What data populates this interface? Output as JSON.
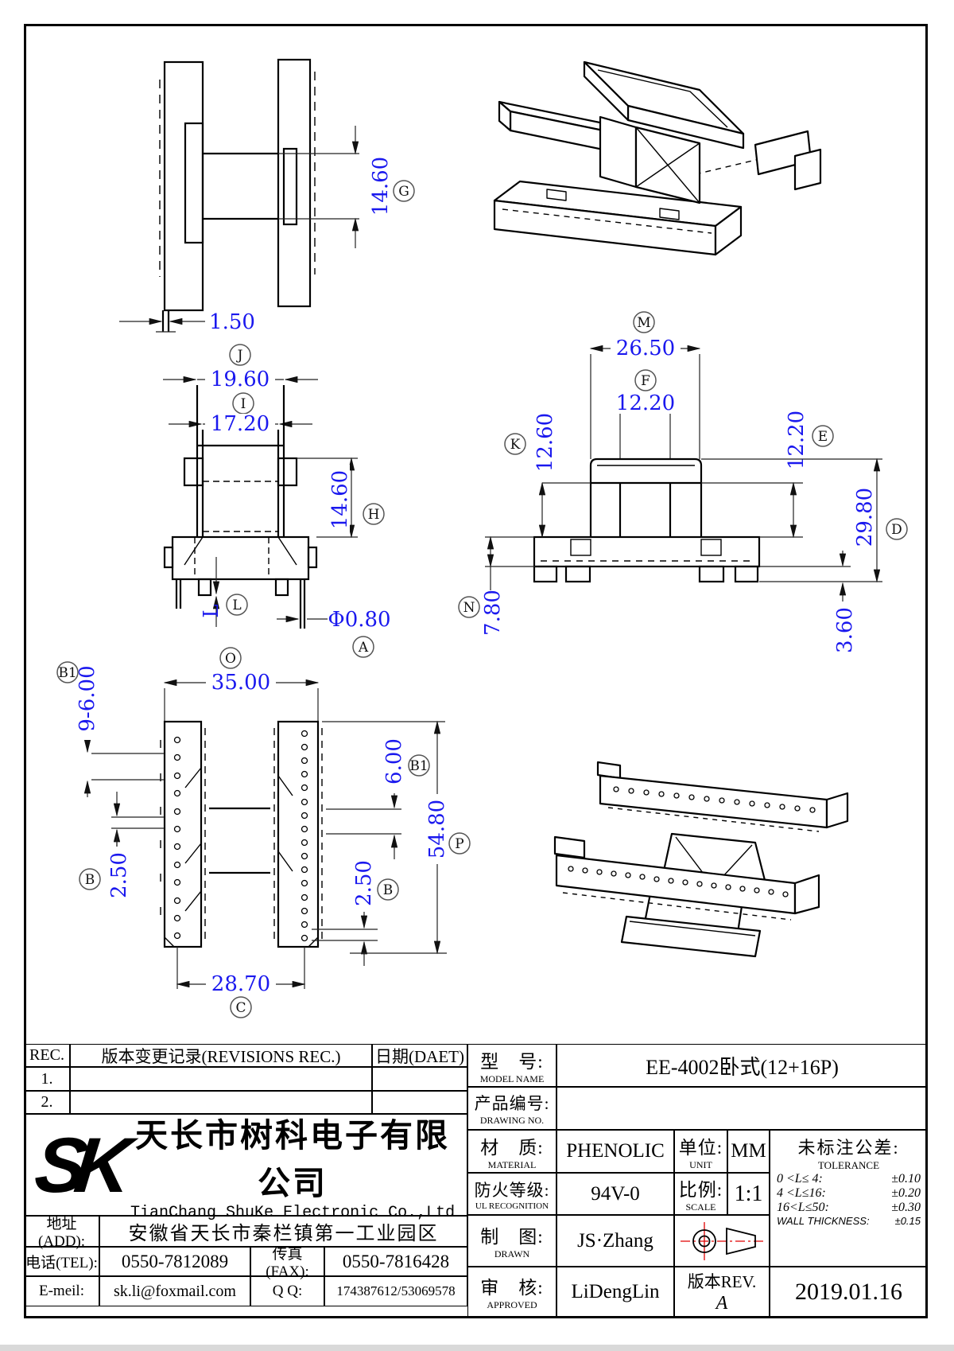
{
  "colors": {
    "dimension_text": "#1a18ee",
    "drawing_line": "#000000",
    "symbol_red": "#e00000"
  },
  "views": {
    "v1": {
      "h": "14.60",
      "h_ref": "G",
      "pin": "1.50"
    },
    "v2": {
      "w_out": "19.60",
      "w_out_ref": "J",
      "w_in": "17.20",
      "w_in_ref": "I",
      "h": "14.60",
      "h_ref": "H",
      "pin_len": "L",
      "pin_len_ref": "L",
      "pin_d": "Φ0.80",
      "pin_d_ref": "A"
    },
    "v3": {
      "w_top": "26.50",
      "w_top_ref": "M",
      "w_core": "12.20",
      "w_core_ref": "F",
      "h_left": "12.60",
      "h_left_ref": "K",
      "h_right": "12.20",
      "h_right_ref": "E",
      "h_base": "7.80",
      "h_base_ref": "N",
      "h_total": "29.80",
      "h_total_ref": "D",
      "h_foot": "3.60"
    },
    "v4": {
      "w": "35.00",
      "w_ref": "O",
      "pitch_l": "9-6.00",
      "pitch_l_ref": "B1",
      "row_l": "2.50",
      "row_l_ref": "B",
      "pitch_r": "6.00",
      "pitch_r_ref": "B1",
      "row_r": "2.50",
      "row_r_ref": "B",
      "len": "54.80",
      "len_ref": "P",
      "span": "28.70",
      "span_ref": "C"
    }
  },
  "title_block": {
    "revision": {
      "col_rec": "REC.",
      "col_desc": "版本变更记录(REVISIONS REC.)",
      "col_date": "日期(DAET)",
      "row1": "1.",
      "row2": "2."
    },
    "company": {
      "logo": "SK",
      "name_cn": "天长市树科电子有限公司",
      "name_en": "TianChang ShuKe Electronic Co.,Ltd"
    },
    "contact": {
      "addr_label": "地址(ADD):",
      "addr_value": "安徽省天长市秦栏镇第一工业园区",
      "tel_label": "电话(TEL):",
      "tel_value": "0550-7812089",
      "fax_label": "传真(FAX):",
      "fax_value": "0550-7816428",
      "email_label": "E-meil:",
      "email_value": "sk.li@foxmail.com",
      "qq_label": "Q Q:",
      "qq_value": "174387612/53069578"
    },
    "spec": {
      "model_label_cn": "型　号:",
      "model_label_en": "MODEL NAME",
      "model_value": "EE-4002卧式(12+16P)",
      "drawing_label_cn": "产品编号:",
      "drawing_label_en": "DRAWING NO.",
      "drawing_value": "",
      "material_label_cn": "材　质:",
      "material_label_en": "MATERIAL",
      "material_value": "PHENOLIC",
      "unit_label_cn": "单位:",
      "unit_label_en": "UNIT",
      "unit_value": "MM",
      "fire_label_cn": "防火等级:",
      "fire_label_en": "UL RECOGNITION",
      "fire_value": "94V-0",
      "scale_label_cn": "比例:",
      "scale_label_en": "SCALE",
      "scale_value": "1:1",
      "tol_title_cn": "未标注公差:",
      "tol_title_en": "TOLERANCE",
      "tol_rows": [
        [
          "0 <L≤ 4:",
          "±0.10"
        ],
        [
          "4 <L≤16:",
          "±0.20"
        ],
        [
          "16<L≤50:",
          "±0.30"
        ],
        [
          "WALL THICKNESS:",
          "±0.15"
        ]
      ],
      "drawn_label_cn": "制　图:",
      "drawn_label_en": "DRAWN",
      "drawn_value": "JS·Zhang",
      "approved_label_cn": "审　核:",
      "approved_label_en": "APPROVED",
      "approved_value": "LiDengLin",
      "rev_label": "版本REV.",
      "rev_value": "A",
      "date_value": "2019.01.16"
    }
  }
}
